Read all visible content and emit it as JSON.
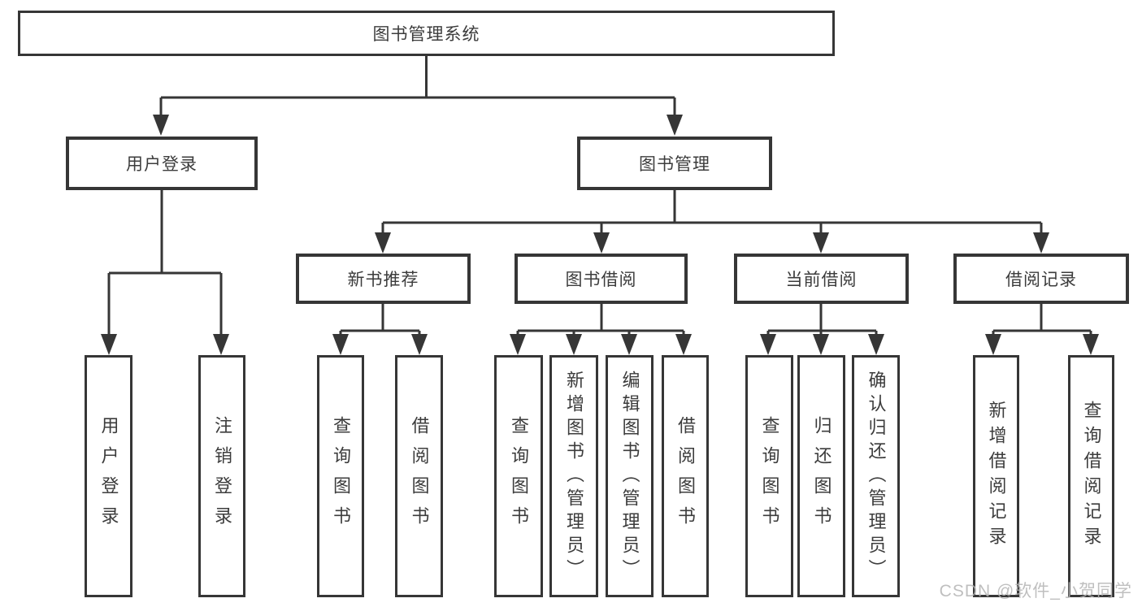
{
  "colors": {
    "line-color": "#363636",
    "text-color": "#3c3c3c",
    "watermark-color": "#b4b4b4",
    "box-bg": "#ffffff"
  },
  "watermark": "CSDN @软件_小贺同学",
  "tree": {
    "label": "图书管理系统",
    "children": [
      {
        "label": "用户登录",
        "children": [
          {
            "label": "用户登录"
          },
          {
            "label": "注销登录"
          }
        ]
      },
      {
        "label": "图书管理",
        "children": [
          {
            "label": "新书推荐",
            "children": [
              {
                "label": "查询图书"
              },
              {
                "label": "借阅图书"
              }
            ]
          },
          {
            "label": "图书借阅",
            "children": [
              {
                "label": "查询图书"
              },
              {
                "label": "新增图书（管理员）"
              },
              {
                "label": "编辑图书（管理员）"
              },
              {
                "label": "借阅图书"
              }
            ]
          },
          {
            "label": "当前借阅",
            "children": [
              {
                "label": "查询图书"
              },
              {
                "label": "归还图书"
              },
              {
                "label": "确认归还（管理员）"
              }
            ]
          },
          {
            "label": "借阅记录",
            "children": [
              {
                "label": "新增借阅记录"
              },
              {
                "label": "查询借阅记录"
              }
            ]
          }
        ]
      }
    ]
  }
}
